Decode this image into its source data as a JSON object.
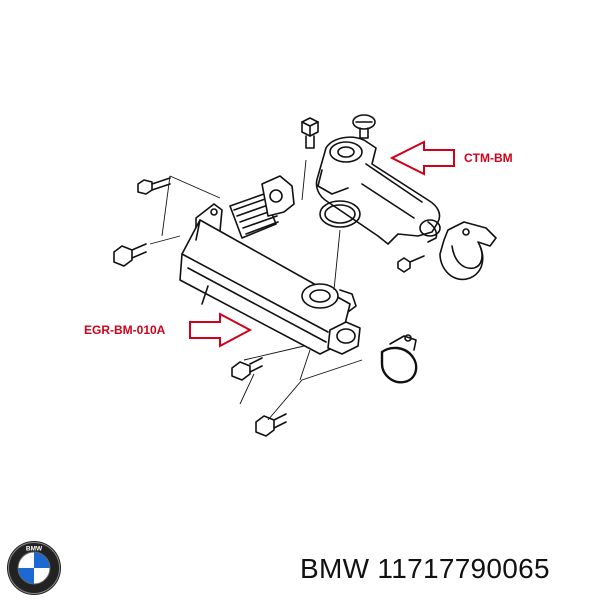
{
  "callouts": {
    "egr_cooler": "EGR-BM-010A",
    "thermostat": "CTM-BM"
  },
  "caption": {
    "brand": "BMW",
    "part_number": "11717790065",
    "text": "BMW 11717790065"
  },
  "logo": {
    "name": "bmw-roundel",
    "text": "BMW"
  },
  "colors": {
    "callout_text": "#d0021b",
    "arrow": "#d0021b",
    "line_art": "#111111",
    "logo_blue": "#1c69d4"
  }
}
